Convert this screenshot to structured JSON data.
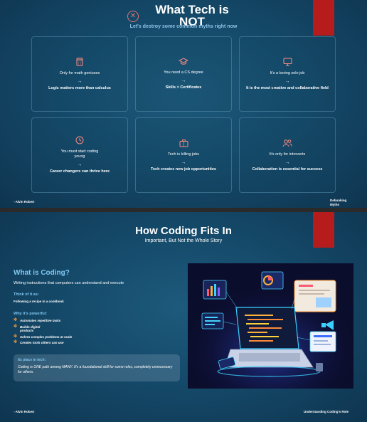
{
  "slide1": {
    "title": "What Tech is NOT",
    "subtitle": "Let's destroy some common myths right now",
    "cards": [
      {
        "icon": "calculator-icon",
        "myth": "Only for math geniuses",
        "arrow": "→",
        "truth": "Logic matters more than calculus"
      },
      {
        "icon": "graduation-cap-icon",
        "myth": "You need a CS degree",
        "arrow": "→",
        "truth": "Skills > Certificates"
      },
      {
        "icon": "monitor-icon",
        "myth": "It's a boring solo job",
        "arrow": "→",
        "truth": "It is the most creative and collaborative field"
      },
      {
        "icon": "clock-icon",
        "myth": "You must start coding young",
        "arrow": "→",
        "truth": "Career changers can thrive here"
      },
      {
        "icon": "briefcase-icon",
        "myth": "Tech is killing jobs",
        "arrow": "→",
        "truth": "Tech creates new job opportunities"
      },
      {
        "icon": "users-icon",
        "myth": "It's only for introverts",
        "arrow": "→",
        "truth": "Collaboration is essential for success"
      }
    ],
    "footer_left": "- Alvin Robert",
    "footer_right": "Debunking Myths"
  },
  "slide2": {
    "title": "How Coding Fits In",
    "subtitle": "Important, But Not the Whole Story",
    "what_heading": "What is Coding?",
    "what_desc": "Writing instructions that computers can understand and execute",
    "think_heading": "Think of it as:",
    "think_desc": "Following a recipe in a cookbook",
    "why_heading": "Why it's powerful:",
    "why_items": [
      "Automates repetitive tasks",
      "Builds digital products",
      "Solves complex problems at scale",
      "Creates tools others can use"
    ],
    "place_heading": "Its place in tech:",
    "place_desc": "Coding is ONE path among MANY. It's a foundational skill for some roles, completely unnecessary for others.",
    "footer_left": "- Alvin Robert",
    "footer_right": "Understanding Coding's Role"
  },
  "colors": {
    "accent_red": "#b71c1c",
    "icon_coral": "#ff8a80",
    "heading_blue": "#7fc6f0",
    "bullet_orange": "#ff9c3a"
  }
}
